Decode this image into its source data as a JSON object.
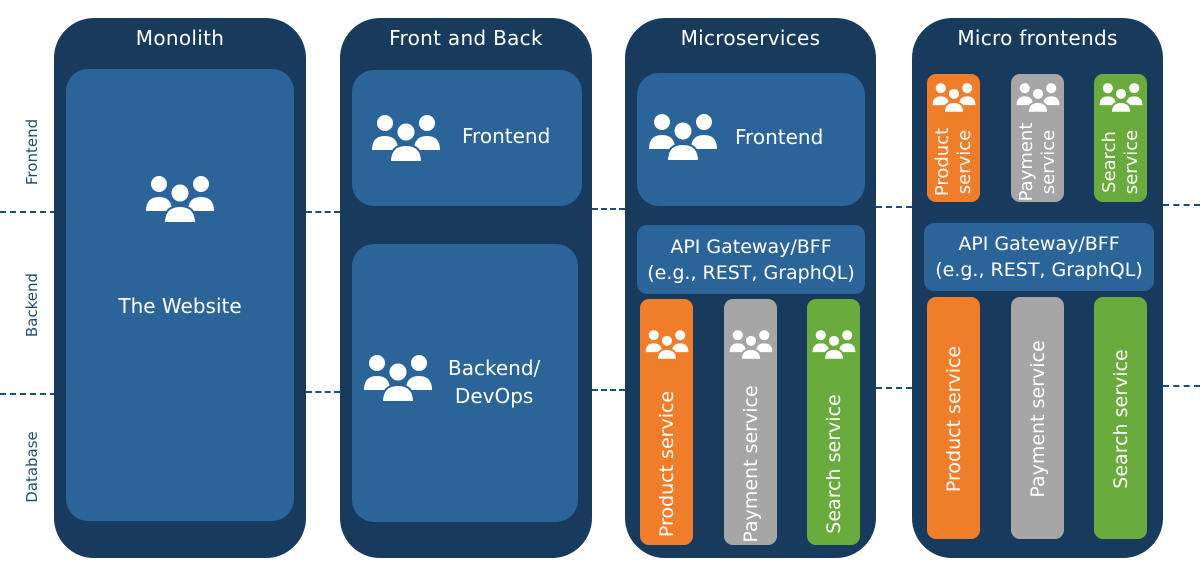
{
  "rows": {
    "frontend": "Frontend",
    "backend": "Backend",
    "database": "Database"
  },
  "monolith": {
    "title": "Monolith",
    "website_label": "The Website"
  },
  "front_back": {
    "title": "Front and Back",
    "frontend_label": "Frontend",
    "backend_label_line1": "Backend/",
    "backend_label_line2": "DevOps"
  },
  "microservices": {
    "title": "Microservices",
    "frontend_label": "Frontend",
    "gateway_line1": "API Gateway/BFF",
    "gateway_line2": "(e.g., REST, GraphQL)",
    "services": [
      "Product service",
      "Payment service",
      "Search service"
    ]
  },
  "micro_frontends": {
    "title": "Micro frontends",
    "top_services_line1": [
      "Product",
      "Payment",
      "Search"
    ],
    "top_services_line2": [
      "service",
      "service",
      "service"
    ],
    "gateway_line1": "API Gateway/BFF",
    "gateway_line2": "(e.g., REST, GraphQL)",
    "services": [
      "Product service",
      "Payment service",
      "Search service"
    ]
  },
  "colors": {
    "panel": "#173a5d",
    "box": "#2a6499",
    "product": "#ef7d2a",
    "payment": "#a6a6a6",
    "search": "#6aab3e",
    "label": "#1f4d77"
  },
  "icons": [
    "team-icon"
  ]
}
